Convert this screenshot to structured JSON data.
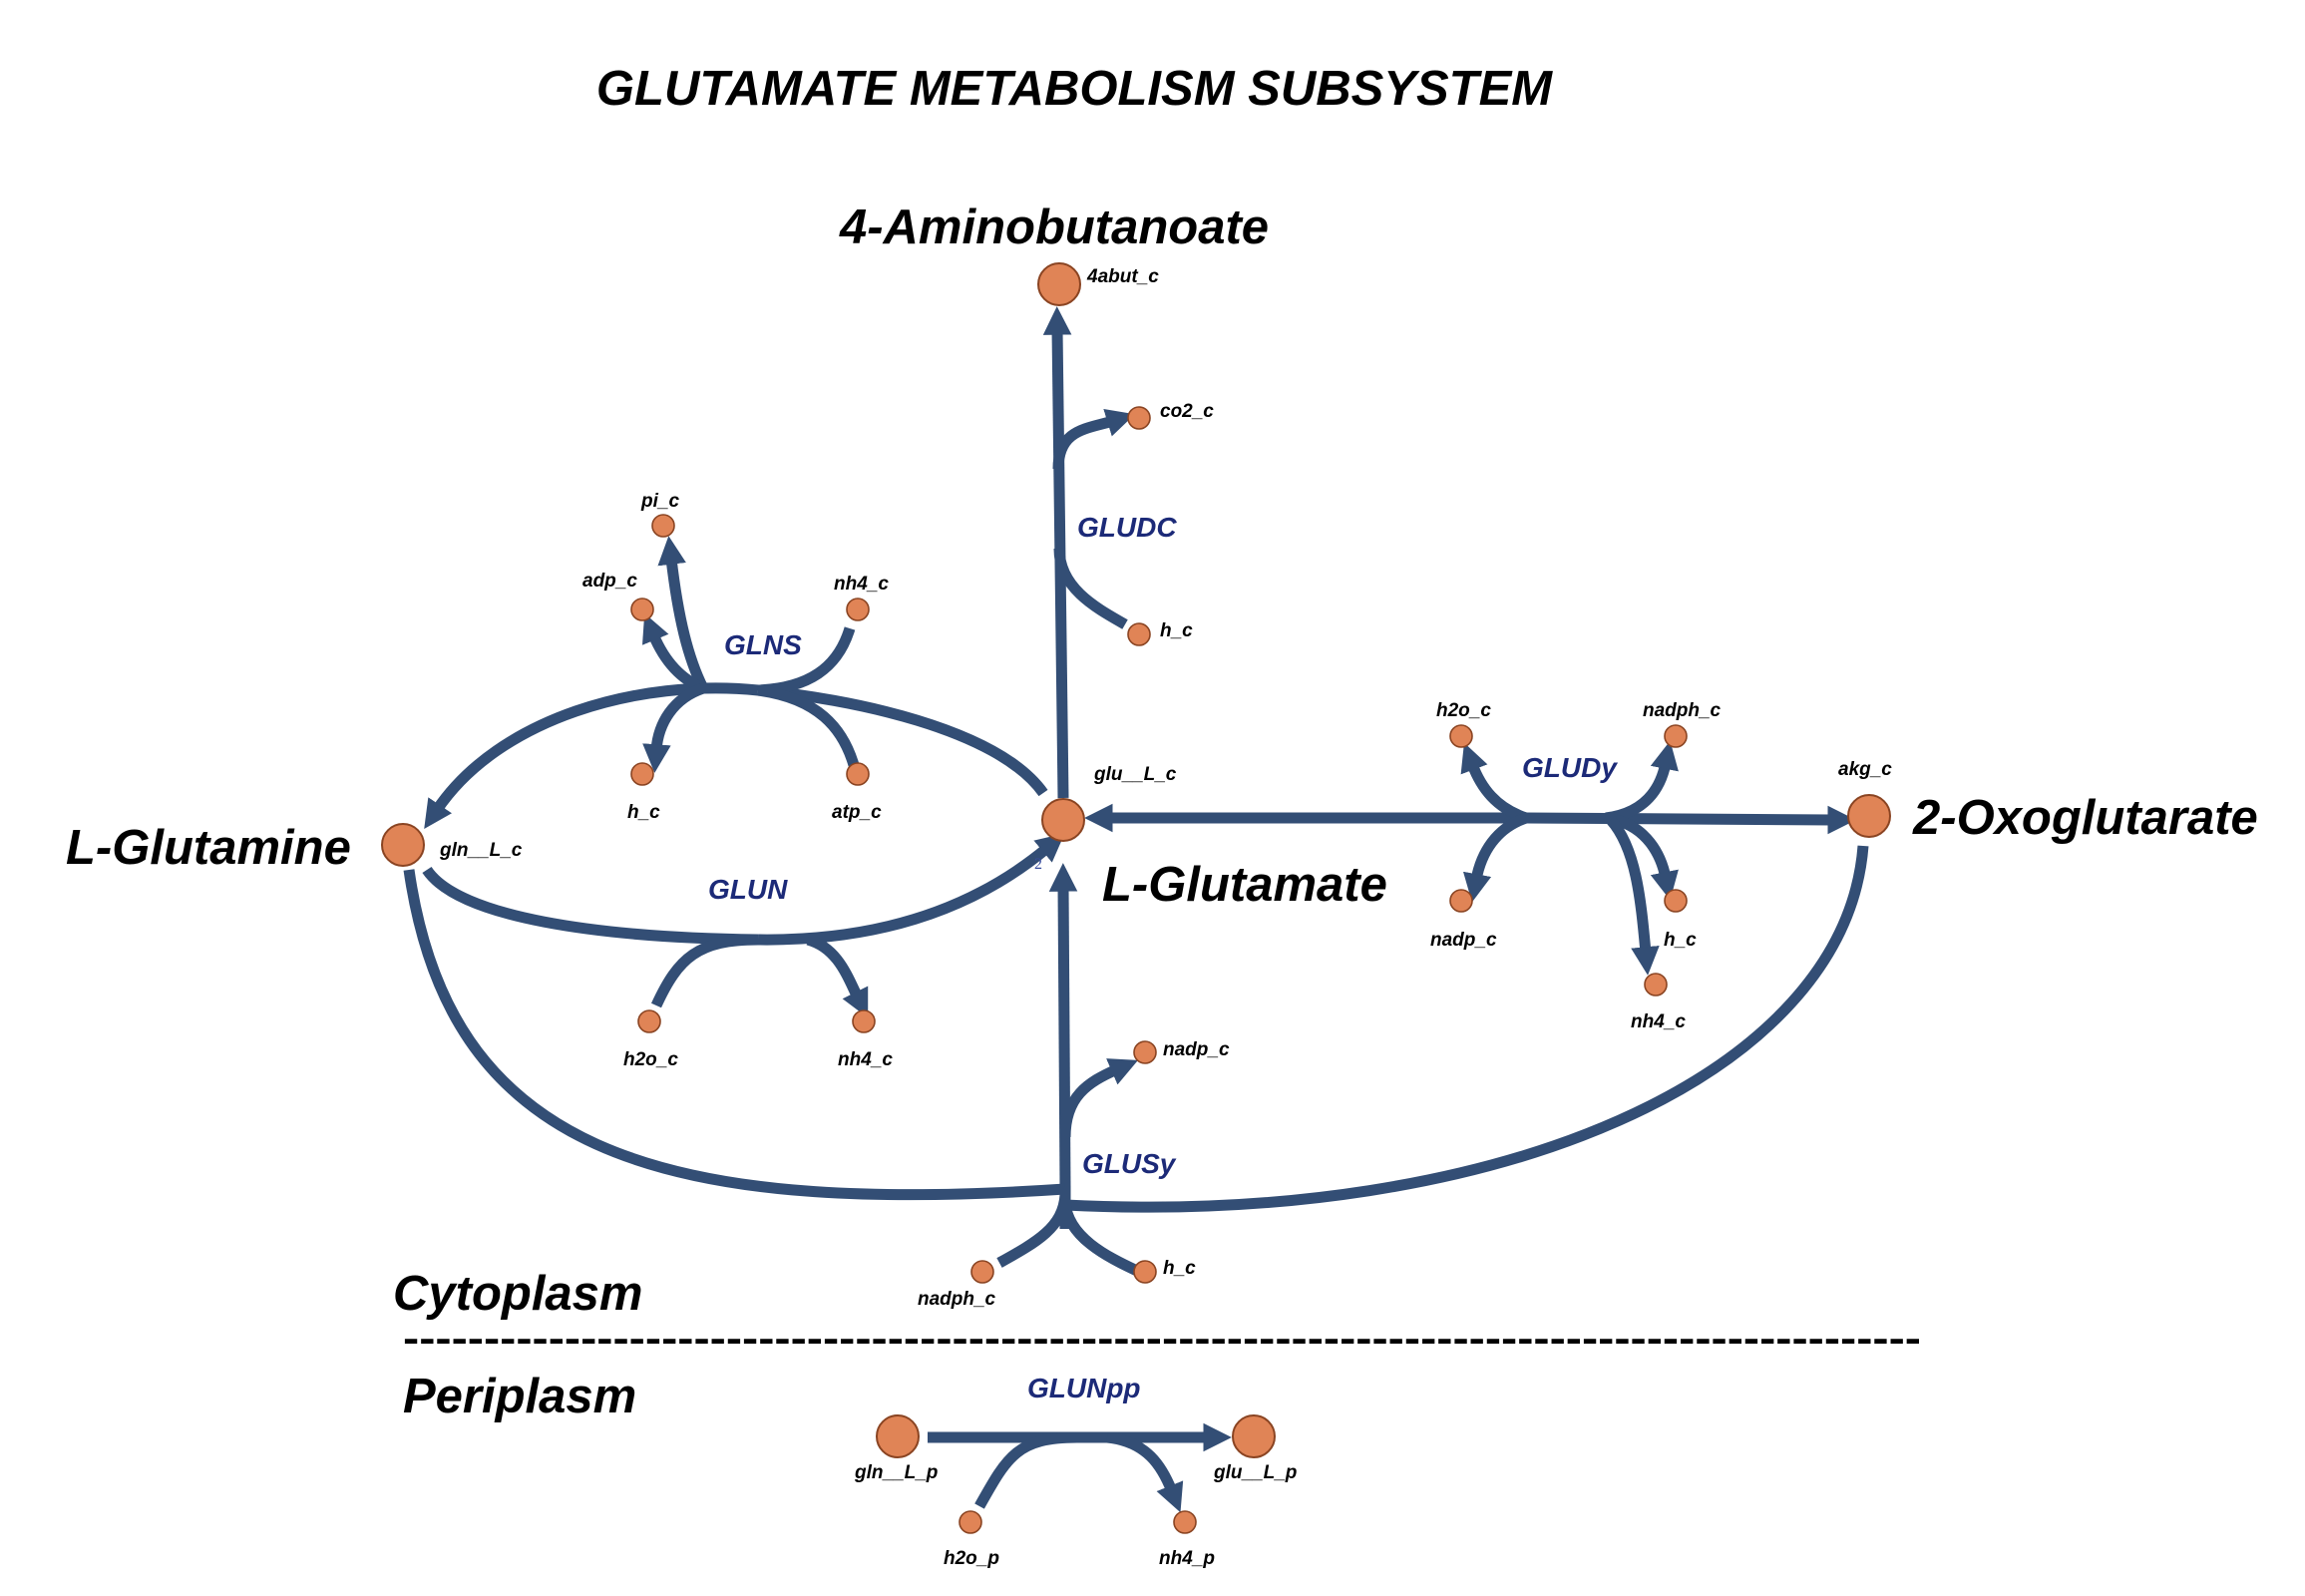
{
  "title": "GLUTAMATE METABOLISM SUBSYSTEM",
  "compounds": {
    "aminobutanoate": "4-Aminobutanoate",
    "glutamine": "L-Glutamine",
    "glutamate": "L-Glutamate",
    "oxoglutarate": "2-Oxoglutarate"
  },
  "metabolites": {
    "abut_c": "4abut_c",
    "glu_L_c": "glu__L_c",
    "gln_L_c": "gln__L_c",
    "akg_c": "akg_c",
    "co2_c": "co2_c",
    "h_c_gludc": "h_c",
    "pi_c": "pi_c",
    "adp_c": "adp_c",
    "nh4_c_glns": "nh4_c",
    "h_c_glns": "h_c",
    "atp_c": "atp_c",
    "h2o_c_glun": "h2o_c",
    "nh4_c_glun": "nh4_c",
    "h2o_c_gludy": "h2o_c",
    "nadph_c_gludy": "nadph_c",
    "nadp_c_gludy": "nadp_c",
    "h_c_gludy": "h_c",
    "nh4_c_gludy": "nh4_c",
    "nadp_c_glusy": "nadp_c",
    "nadph_c_glusy": "nadph_c",
    "h_c_glusy": "h_c",
    "gln_L_p": "gln__L_p",
    "glu_L_p": "glu__L_p",
    "h2o_p": "h2o_p",
    "nh4_p": "nh4_p"
  },
  "stoichiometry": {
    "glu_2": "2"
  },
  "reactions": {
    "GLUDC": "GLUDC",
    "GLNS": "GLNS",
    "GLUN": "GLUN",
    "GLUDy": "GLUDy",
    "GLUSy": "GLUSy",
    "GLUNpp": "GLUNpp"
  },
  "compartments": {
    "cytoplasm": "Cytoplasm",
    "periplasm": "Periplasm",
    "divider": "----------------------------------------------------------------------------------------------"
  },
  "colors": {
    "edge": "#334e75",
    "node_fill": "#e08456",
    "node_stroke": "#8a4422",
    "reaction_label": "#1c2a78"
  }
}
